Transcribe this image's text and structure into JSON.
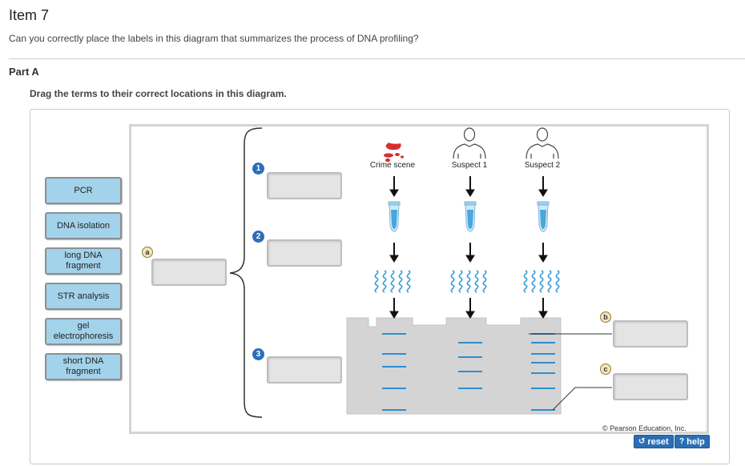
{
  "header": {
    "item_title": "Item 7",
    "question": "Can you correctly place the labels in this diagram that summarizes the process of DNA profiling?",
    "part_title": "Part A",
    "instruction": "Drag the terms to their correct locations in this diagram."
  },
  "terms": [
    {
      "label": "PCR"
    },
    {
      "label": "DNA isolation"
    },
    {
      "label": "long DNA fragment"
    },
    {
      "label": "STR analysis"
    },
    {
      "label": "gel electrophoresis"
    },
    {
      "label": "short DNA fragment"
    }
  ],
  "diagram": {
    "columns": [
      "Crime scene",
      "Suspect 1",
      "Suspect 2"
    ],
    "letter_labels": [
      "a",
      "b",
      "c"
    ],
    "step_numbers": [
      "1",
      "2",
      "3"
    ],
    "copyright": "© Pearson Education, Inc."
  },
  "controls": {
    "reset_label": "reset",
    "help_label": "help",
    "reset_icon": "reset-arrow-icon",
    "help_icon": "question-mark-icon"
  },
  "colors": {
    "term_fill": "#a3d3ea",
    "badge_blue": "#2c6fb8",
    "button_blue": "#2a6fb5",
    "band_blue": "#2b8fd0",
    "dna_blue": "#3aa0dc",
    "blood_red": "#d63030"
  }
}
